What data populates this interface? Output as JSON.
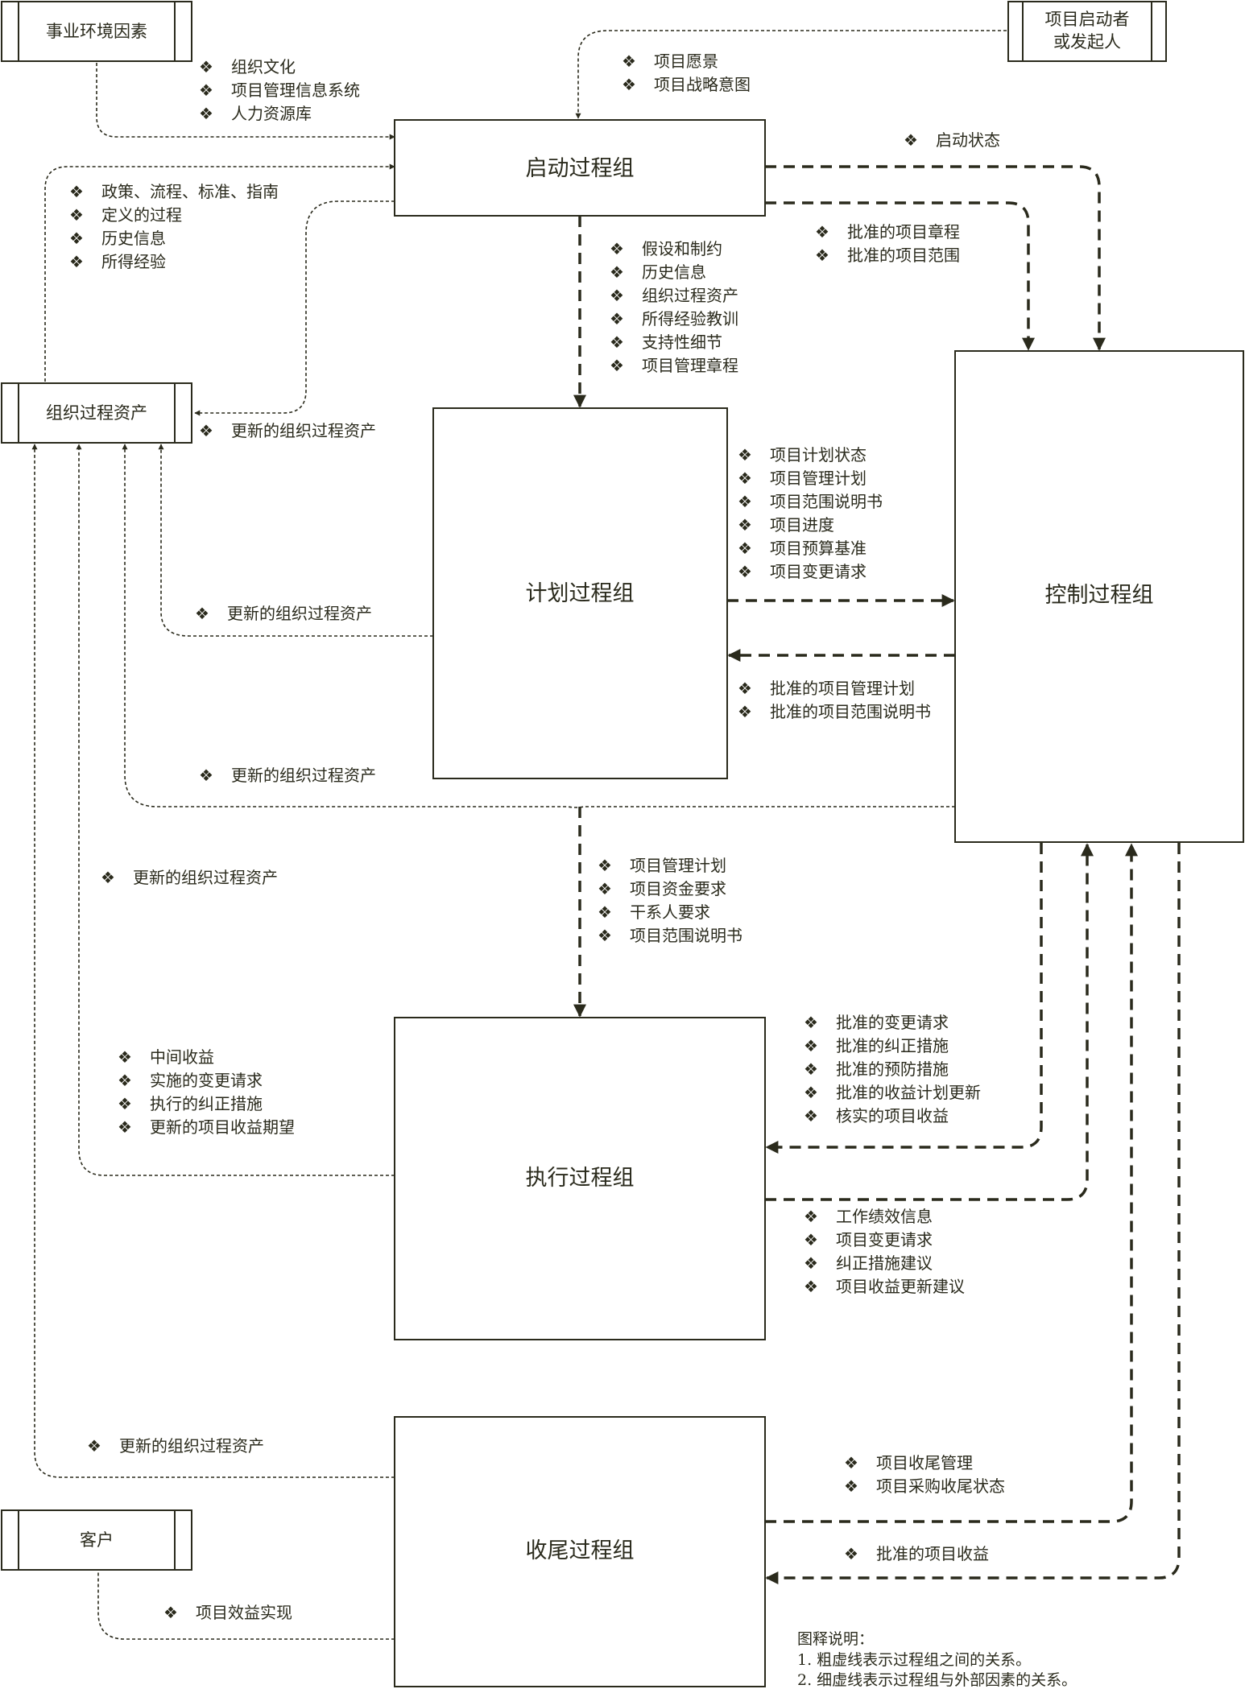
{
  "boxes": {
    "initiating": "启动过程组",
    "planning": "计划过程组",
    "controlling": "控制过程组",
    "executing": "执行过程组",
    "closing": "收尾过程组"
  },
  "externals": {
    "enterprise_env": "事业环境因素",
    "sponsor_line1": "项目启动者",
    "sponsor_line2": "或发起人",
    "org_assets": "组织过程资产",
    "customer": "客户"
  },
  "bullet": "❖",
  "lists": {
    "env_to_init": [
      "组织文化",
      "项目管理信息系统",
      "人力资源库"
    ],
    "sponsor_to_init": [
      "项目愿景",
      "项目战略意图"
    ],
    "init_status": [
      "启动状态"
    ],
    "init_to_ctrl": [
      "批准的项目章程",
      "批准的项目范围"
    ],
    "assets_to_init": [
      "政策、流程、标准、指南",
      "定义的过程",
      "历史信息",
      "所得经验"
    ],
    "init_to_plan": [
      "假设和制约",
      "历史信息",
      "组织过程资产",
      "所得经验教训",
      "支持性细节",
      "项目管理章程"
    ],
    "init_to_assets": [
      "更新的组织过程资产"
    ],
    "plan_to_ctrl": [
      "项目计划状态",
      "项目管理计划",
      "项目范围说明书",
      "项目进度",
      "项目预算基准",
      "项目变更请求"
    ],
    "plan_to_assets": [
      "更新的组织过程资产"
    ],
    "ctrl_to_plan": [
      "批准的项目管理计划",
      "批准的项目范围说明书"
    ],
    "ctrl_to_assets": [
      "更新的组织过程资产"
    ],
    "left_assets": [
      "更新的组织过程资产"
    ],
    "plan_to_exec": [
      "项目管理计划",
      "项目资金要求",
      "干系人要求",
      "项目范围说明书"
    ],
    "ctrl_to_exec": [
      "批准的变更请求",
      "批准的纠正措施",
      "批准的预防措施",
      "批准的收益计划更新",
      "核实的项目收益"
    ],
    "exec_to_assets": [
      "中间收益",
      "实施的变更请求",
      "执行的纠正措施",
      "更新的项目收益期望"
    ],
    "exec_to_ctrl": [
      "工作绩效信息",
      "项目变更请求",
      "纠正措施建议",
      "项目收益更新建议"
    ],
    "close_to_assets": [
      "更新的组织过程资产"
    ],
    "close_to_ctrl": [
      "项目收尾管理",
      "项目采购收尾状态"
    ],
    "ctrl_to_close": [
      "批准的项目收益"
    ],
    "close_to_customer": [
      "项目效益实现"
    ]
  },
  "legend": {
    "title": "图释说明：",
    "line1": "1.  粗虚线表示过程组之间的关系。",
    "line2": "2.  细虚线表示过程组与外部因素的关系。"
  }
}
